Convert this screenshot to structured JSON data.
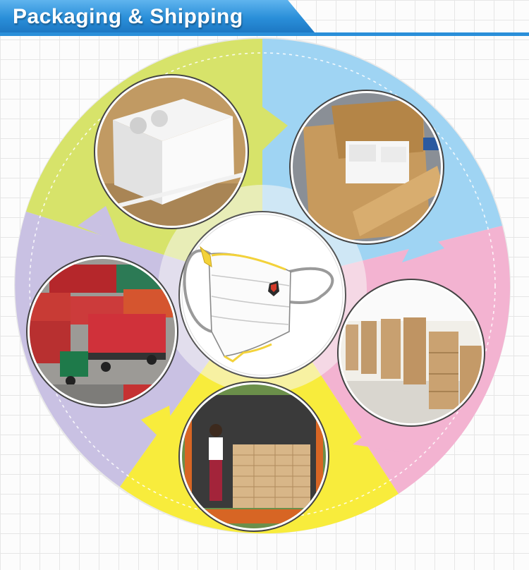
{
  "header": {
    "title": "Packaging & Shipping"
  },
  "cycle": {
    "segment_colors": [
      "#d7e36a",
      "#9fd4f3",
      "#f3b3d1",
      "#f8ec3c",
      "#c9c1e3"
    ],
    "steps": [
      {
        "name": "boxed-product",
        "icon": "white-box-photo"
      },
      {
        "name": "cartons-packed",
        "icon": "open-carton-photo"
      },
      {
        "name": "warehouse-storage",
        "icon": "warehouse-photo"
      },
      {
        "name": "truck-loading",
        "icon": "truck-loading-photo"
      },
      {
        "name": "container-shipping",
        "icon": "container-truck-photo"
      }
    ],
    "center": {
      "icon": "face-mask"
    }
  }
}
